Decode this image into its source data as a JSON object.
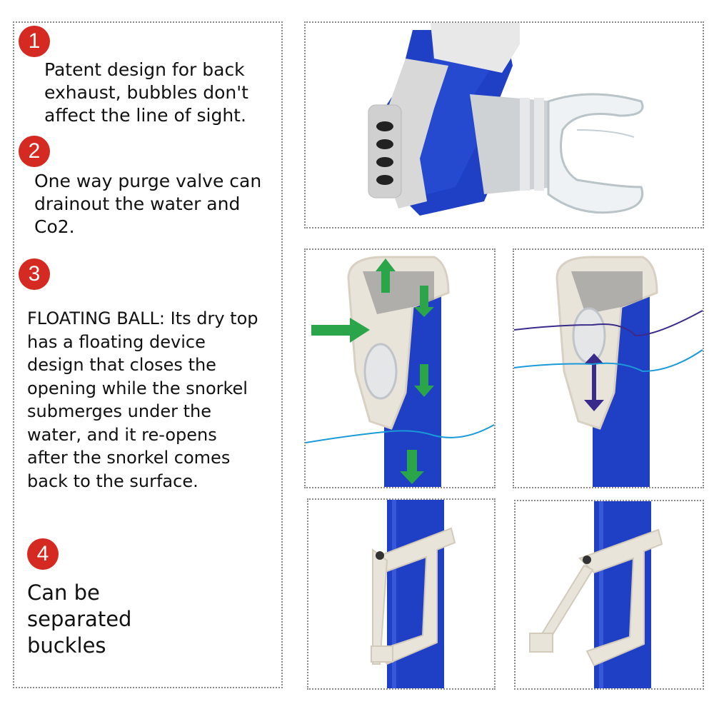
{
  "features": [
    {
      "number": "1",
      "text": "Patent design for back\nexhaust,   bubbles don't\naffect the line of sight."
    },
    {
      "number": "2",
      "text": "One way purge valve can\ndrainout the water and\nCo2."
    },
    {
      "number": "3",
      "text": "FLOATING BALL: Its dry top\nhas a floating device\ndesign that closes the\nopening while the snorkel\nsubmerges under the\nwater, and it re-opens\nafter the snorkel comes\nback to the surface."
    },
    {
      "number": "4",
      "text": "Can be\nseparated\nbuckles"
    }
  ],
  "colors": {
    "badge": "#d42a22",
    "tube_blue": "#1f3fc4",
    "arrow_green": "#2aa54a",
    "arrow_purple": "#3a2a8a",
    "water_line": "#1a9ad8"
  },
  "images": [
    {
      "name": "mouthpiece-photo"
    },
    {
      "name": "dry-top-open-diagram"
    },
    {
      "name": "dry-top-closed-diagram"
    },
    {
      "name": "buckle-attached-photo"
    },
    {
      "name": "buckle-detached-photo"
    }
  ]
}
